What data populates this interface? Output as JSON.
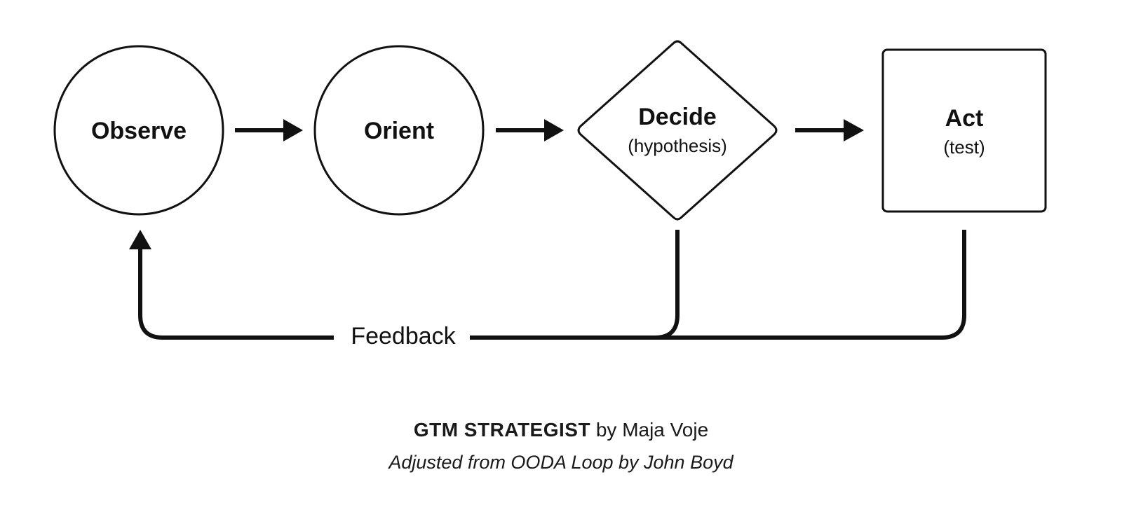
{
  "nodes": {
    "observe": {
      "title": "Observe"
    },
    "orient": {
      "title": "Orient"
    },
    "decide": {
      "title": "Decide",
      "subtitle": "(hypothesis)"
    },
    "act": {
      "title": "Act",
      "subtitle": "(test)"
    }
  },
  "feedback": {
    "label": "Feedback"
  },
  "credit": {
    "brand": "GTM STRATEGIST",
    "byline": " by Maja Voje",
    "source": "Adjusted from OODA Loop by John Boyd"
  },
  "colors": {
    "stroke": "#111111",
    "background": "#ffffff"
  }
}
